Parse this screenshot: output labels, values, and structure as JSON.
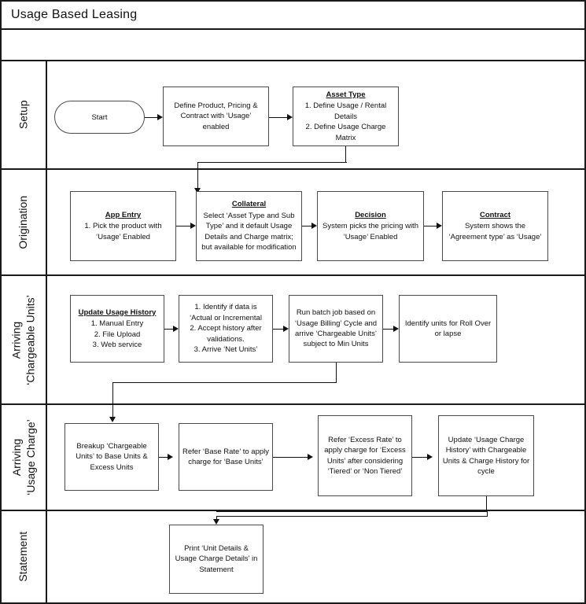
{
  "title": "Usage Based Leasing",
  "diagram": {
    "type": "swimlane-flowchart",
    "lanes": [
      {
        "id": "setup",
        "label": "Setup",
        "nodes": [
          {
            "id": "start",
            "shape": "terminator",
            "text": "Start"
          },
          {
            "id": "define-product",
            "shape": "process",
            "heading": "",
            "text": "Define Product, Pricing & Contract with ‘Usage’ enabled"
          },
          {
            "id": "asset-type",
            "shape": "process",
            "heading": "Asset Type",
            "text": "1. Define Usage / Rental Details\n2. Define Usage Charge Matrix"
          }
        ]
      },
      {
        "id": "origination",
        "label": "Origination",
        "nodes": [
          {
            "id": "app-entry",
            "shape": "process",
            "heading": "App Entry",
            "text": "1. Pick the product with ‘Usage’ Enabled"
          },
          {
            "id": "collateral",
            "shape": "process",
            "heading": "Collateral",
            "text": "Select ‘Asset Type and Sub Type’ and it default Usage Details and Charge matrix; but available for modification"
          },
          {
            "id": "decision",
            "shape": "process",
            "heading": "Decision",
            "text": "System picks the pricing with ‘Usage’ Enabled"
          },
          {
            "id": "contract",
            "shape": "process",
            "heading": "Contract",
            "text": "System shows the ‘Agreement type’ as ‘Usage’"
          }
        ]
      },
      {
        "id": "chargeable-units",
        "label": "Arriving\n‘Chargeable Units’",
        "label_line1": "Arriving",
        "label_line2": "‘Chargeable Units’",
        "nodes": [
          {
            "id": "update-usage-history",
            "shape": "process",
            "heading": "Update Usage History",
            "text": "1. Manual Entry\n2. File Upload\n3. Web service"
          },
          {
            "id": "identify-data",
            "shape": "process",
            "heading": "",
            "text": "1. Identify if data is ‘Actual or Incremental\n2. Accept history after validations.\n3. Arrive ‘Net Units’"
          },
          {
            "id": "run-batch-job",
            "shape": "process",
            "heading": "",
            "text": "Run batch job based on ‘Usage Billing’ Cycle and arrive ‘Chargeable Units’ subject to Min Units"
          },
          {
            "id": "identify-rollover",
            "shape": "process",
            "heading": "",
            "text": "Identify units for Roll Over or lapse"
          }
        ]
      },
      {
        "id": "usage-charge",
        "label": "Arriving\n‘Usage Charge’",
        "label_line1": "Arriving",
        "label_line2": "‘Usage Charge’",
        "nodes": [
          {
            "id": "breakup-units",
            "shape": "process",
            "heading": "",
            "text": "Breakup ‘Chargeable Units’ to Base Units & Excess Units"
          },
          {
            "id": "base-rate",
            "shape": "process",
            "heading": "",
            "text": "Refer ‘Base Rate’ to apply charge for ‘Base Units’"
          },
          {
            "id": "excess-rate",
            "shape": "process",
            "heading": "",
            "text": "Refer ‘Excess Rate’ to apply charge for ‘Excess Units’ after considering ‘Tiered’ or ‘Non Tiered’"
          },
          {
            "id": "update-charge-history",
            "shape": "process",
            "heading": "",
            "text": "Update ‘Usage Charge History’ with Chargeable Units & Charge History for cycle"
          }
        ]
      },
      {
        "id": "statement",
        "label": "Statement",
        "nodes": [
          {
            "id": "print-statement",
            "shape": "process",
            "heading": "",
            "text": "Print ‘Unit Details & Usage Charge Details’ in Statement"
          }
        ]
      }
    ],
    "colors": {
      "border": "#1a1a1a",
      "node_border": "#4a4a4a",
      "connector": "#111111",
      "background": "#ffffff",
      "text": "#111111"
    }
  }
}
